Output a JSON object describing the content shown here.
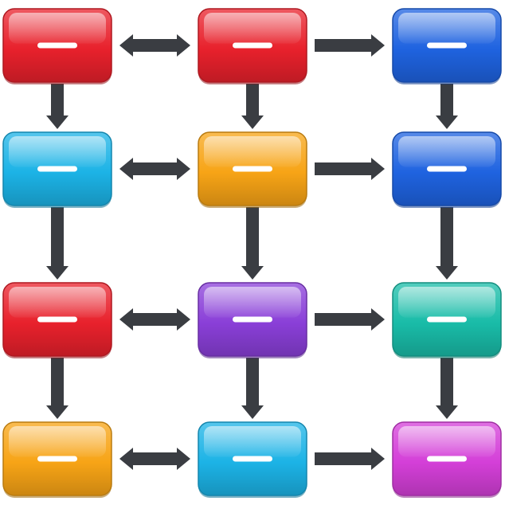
{
  "palette": {
    "red": "#e8212c",
    "blue": "#1f63e0",
    "cyan": "#1cb3e6",
    "orange": "#f7a416",
    "purple": "#8a3fd8",
    "teal": "#19bca8",
    "magenta": "#d43fd8",
    "arrow": "#3a3d42",
    "glyph": "#ffffff"
  },
  "nodes": [
    {
      "id": "r1c1",
      "row": 1,
      "col": 1,
      "color": "red",
      "glyph": "minus"
    },
    {
      "id": "r1c2",
      "row": 1,
      "col": 2,
      "color": "red",
      "glyph": "minus"
    },
    {
      "id": "r1c3",
      "row": 1,
      "col": 3,
      "color": "blue",
      "glyph": "minus"
    },
    {
      "id": "r2c1",
      "row": 2,
      "col": 1,
      "color": "cyan",
      "glyph": "minus"
    },
    {
      "id": "r2c2",
      "row": 2,
      "col": 2,
      "color": "orange",
      "glyph": "minus"
    },
    {
      "id": "r2c3",
      "row": 2,
      "col": 3,
      "color": "blue",
      "glyph": "minus"
    },
    {
      "id": "r3c1",
      "row": 3,
      "col": 1,
      "color": "red",
      "glyph": "minus"
    },
    {
      "id": "r3c2",
      "row": 3,
      "col": 2,
      "color": "purple",
      "glyph": "minus"
    },
    {
      "id": "r3c3",
      "row": 3,
      "col": 3,
      "color": "teal",
      "glyph": "minus"
    },
    {
      "id": "r4c1",
      "row": 4,
      "col": 1,
      "color": "orange",
      "glyph": "minus"
    },
    {
      "id": "r4c2",
      "row": 4,
      "col": 2,
      "color": "cyan",
      "glyph": "minus"
    },
    {
      "id": "r4c3",
      "row": 4,
      "col": 3,
      "color": "magenta",
      "glyph": "minus"
    }
  ],
  "edges": [
    {
      "from": "r1c1",
      "to": "r1c2",
      "style": "double"
    },
    {
      "from": "r1c2",
      "to": "r1c3",
      "style": "single"
    },
    {
      "from": "r2c1",
      "to": "r2c2",
      "style": "double"
    },
    {
      "from": "r2c2",
      "to": "r2c3",
      "style": "single"
    },
    {
      "from": "r3c1",
      "to": "r3c2",
      "style": "double"
    },
    {
      "from": "r3c2",
      "to": "r3c3",
      "style": "single"
    },
    {
      "from": "r4c1",
      "to": "r4c2",
      "style": "double"
    },
    {
      "from": "r4c2",
      "to": "r4c3",
      "style": "single"
    },
    {
      "from": "r1c1",
      "to": "r2c1",
      "style": "single"
    },
    {
      "from": "r2c1",
      "to": "r3c1",
      "style": "single"
    },
    {
      "from": "r3c1",
      "to": "r4c1",
      "style": "single"
    },
    {
      "from": "r1c2",
      "to": "r2c2",
      "style": "single"
    },
    {
      "from": "r2c2",
      "to": "r3c2",
      "style": "single"
    },
    {
      "from": "r3c2",
      "to": "r4c2",
      "style": "single"
    },
    {
      "from": "r1c3",
      "to": "r2c3",
      "style": "single"
    },
    {
      "from": "r2c3",
      "to": "r3c3",
      "style": "single"
    },
    {
      "from": "r3c3",
      "to": "r4c3",
      "style": "single"
    }
  ]
}
